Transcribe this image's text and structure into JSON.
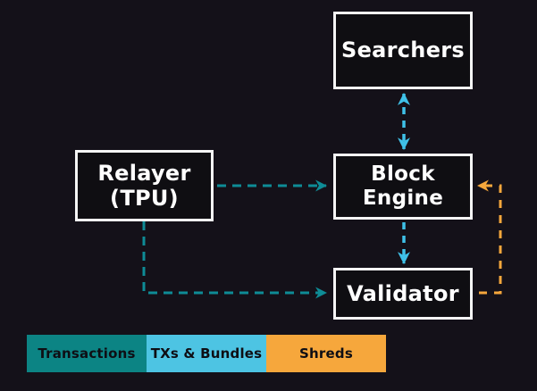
{
  "diagram": {
    "nodes": {
      "searchers": {
        "label": "Searchers"
      },
      "relayer": {
        "line1": "Relayer",
        "line2": "(TPU)"
      },
      "block_engine": {
        "line1": "Block",
        "line2": "Engine"
      },
      "validator": {
        "label": "Validator"
      }
    },
    "edges": [
      {
        "from": "Searchers",
        "to": "Block Engine",
        "style": "dashed",
        "color": "#3FC1E8",
        "kind": "TXs & Bundles",
        "bidirectional": true
      },
      {
        "from": "Relayer (TPU)",
        "to": "Block Engine",
        "style": "dashed",
        "color": "#0E8C96",
        "kind": "Transactions",
        "bidirectional": false
      },
      {
        "from": "Relayer (TPU)",
        "to": "Validator",
        "style": "dashed",
        "color": "#0E8C96",
        "kind": "Transactions",
        "bidirectional": false
      },
      {
        "from": "Block Engine",
        "to": "Validator",
        "style": "dashed",
        "color": "#3FC1E8",
        "kind": "TXs & Bundles",
        "bidirectional": false
      },
      {
        "from": "Validator",
        "to": "Block Engine",
        "style": "dashed",
        "color": "#F6A73C",
        "kind": "Shreds",
        "bidirectional": false
      }
    ]
  },
  "legend": {
    "items": [
      {
        "label": "Transactions",
        "color": "#0C8484"
      },
      {
        "label": "TXs & Bundles",
        "color": "#4DC4E3"
      },
      {
        "label": "Shreds",
        "color": "#F6A73C"
      }
    ]
  },
  "colors": {
    "background": "#141119",
    "node_fill": "#0F0E12",
    "node_border": "#F5F5F5",
    "arrow_teal": "#0E8C96",
    "arrow_blue": "#3FC1E8",
    "arrow_orange": "#F6A73C"
  }
}
